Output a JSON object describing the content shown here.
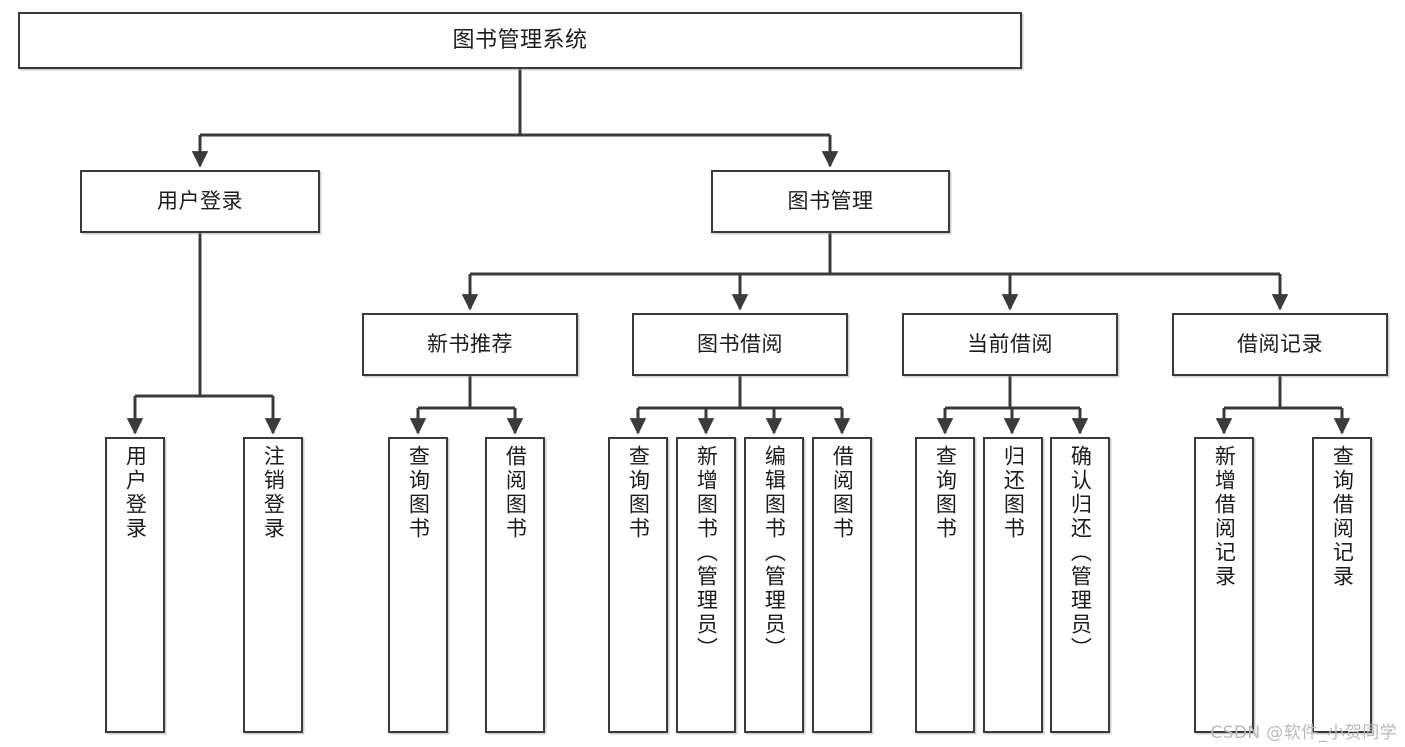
{
  "diagram": {
    "title": "图书管理系统",
    "type": "tree-hierarchy-chart",
    "watermark": "CSDN @软件_小贺同学",
    "colors": {
      "background": "#ffffff",
      "box_border": "#3a3a3a",
      "box_fill": "#ffffff",
      "connector": "#3a3a3a",
      "text": "#1c1c1c",
      "watermark": "#b9b9b9"
    },
    "levels": {
      "root": {
        "label": "图书管理系统"
      },
      "level2": [
        {
          "id": "user-login",
          "label": "用户登录"
        },
        {
          "id": "book-management",
          "label": "图书管理"
        }
      ],
      "level3": [
        {
          "id": "new-book-recommend",
          "label": "新书推荐"
        },
        {
          "id": "book-borrow",
          "label": "图书借阅"
        },
        {
          "id": "current-borrow",
          "label": "当前借阅"
        },
        {
          "id": "borrow-record",
          "label": "借阅记录"
        }
      ],
      "leaves": {
        "user-login": [
          {
            "id": "leaf-user-login",
            "label": "用户登录"
          },
          {
            "id": "leaf-logout-login",
            "label": "注销登录"
          }
        ],
        "new-book-recommend": [
          {
            "id": "leaf-query-book-1",
            "label": "查询图书"
          },
          {
            "id": "leaf-borrow-book-1",
            "label": "借阅图书"
          }
        ],
        "book-borrow": [
          {
            "id": "leaf-query-book-2",
            "label": "查询图书"
          },
          {
            "id": "leaf-add-book",
            "label": "新增图书（管理员）"
          },
          {
            "id": "leaf-edit-book",
            "label": "编辑图书（管理员）"
          },
          {
            "id": "leaf-borrow-book-2",
            "label": "借阅图书"
          }
        ],
        "current-borrow": [
          {
            "id": "leaf-query-book-3",
            "label": "查询图书"
          },
          {
            "id": "leaf-return-book",
            "label": "归还图书"
          },
          {
            "id": "leaf-confirm-return",
            "label": "确认归还（管理员）"
          }
        ],
        "borrow-record": [
          {
            "id": "leaf-add-record",
            "label": "新增借阅记录"
          },
          {
            "id": "leaf-query-record",
            "label": "查询借阅记录"
          }
        ]
      }
    }
  }
}
